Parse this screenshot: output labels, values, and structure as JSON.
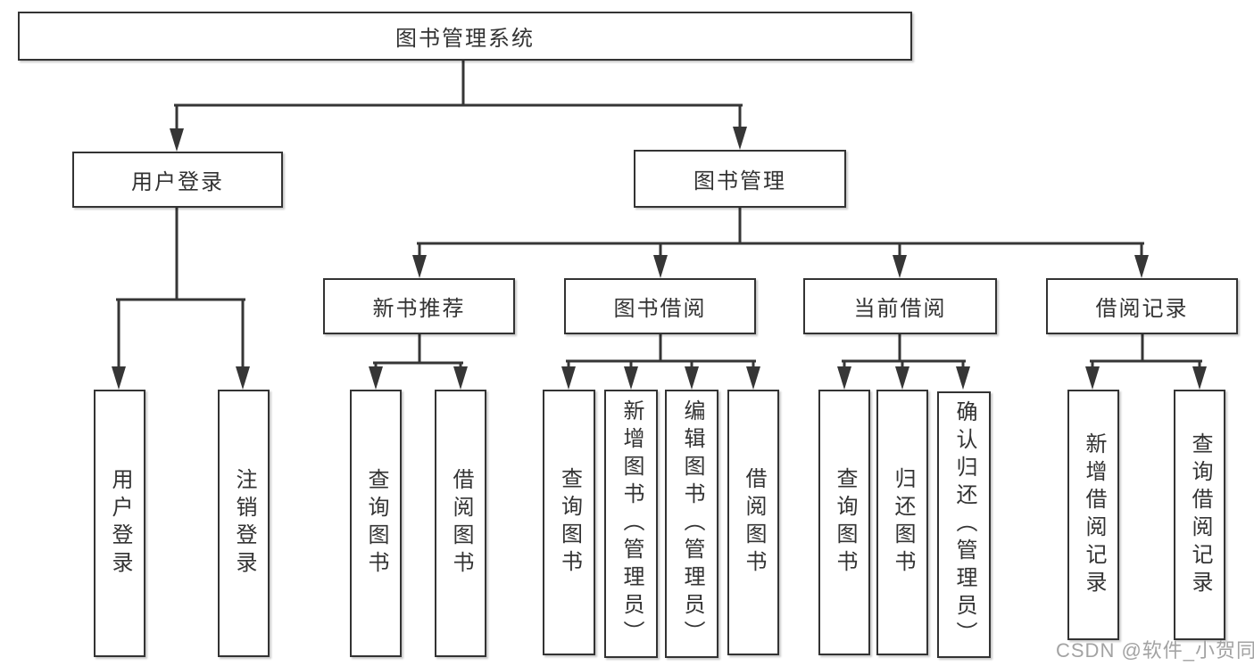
{
  "diagram": {
    "root": {
      "label": "图书管理系统",
      "children": [
        {
          "label": "用户登录",
          "children": [
            {
              "label": "用户登录"
            },
            {
              "label": "注销登录"
            }
          ]
        },
        {
          "label": "图书管理",
          "children": [
            {
              "label": "新书推荐",
              "children": [
                {
                  "label": "查询图书"
                },
                {
                  "label": "借阅图书"
                }
              ]
            },
            {
              "label": "图书借阅",
              "children": [
                {
                  "label": "查询图书"
                },
                {
                  "label": "新增图书（管理员）"
                },
                {
                  "label": "编辑图书（管理员）"
                },
                {
                  "label": "借阅图书"
                }
              ]
            },
            {
              "label": "当前借阅",
              "children": [
                {
                  "label": "查询图书"
                },
                {
                  "label": "归还图书"
                },
                {
                  "label": "确认归还（管理员）"
                }
              ]
            },
            {
              "label": "借阅记录",
              "children": [
                {
                  "label": "新增借阅记录"
                },
                {
                  "label": "查询借阅记录"
                }
              ]
            }
          ]
        }
      ]
    },
    "colors": {
      "line": "#363636",
      "border": "#333333",
      "text": "#333333",
      "watermark_text": "#a3a3a3",
      "background": "#ffffff"
    },
    "watermark": {
      "text": "CSDN @软件_小贺同学"
    }
  }
}
